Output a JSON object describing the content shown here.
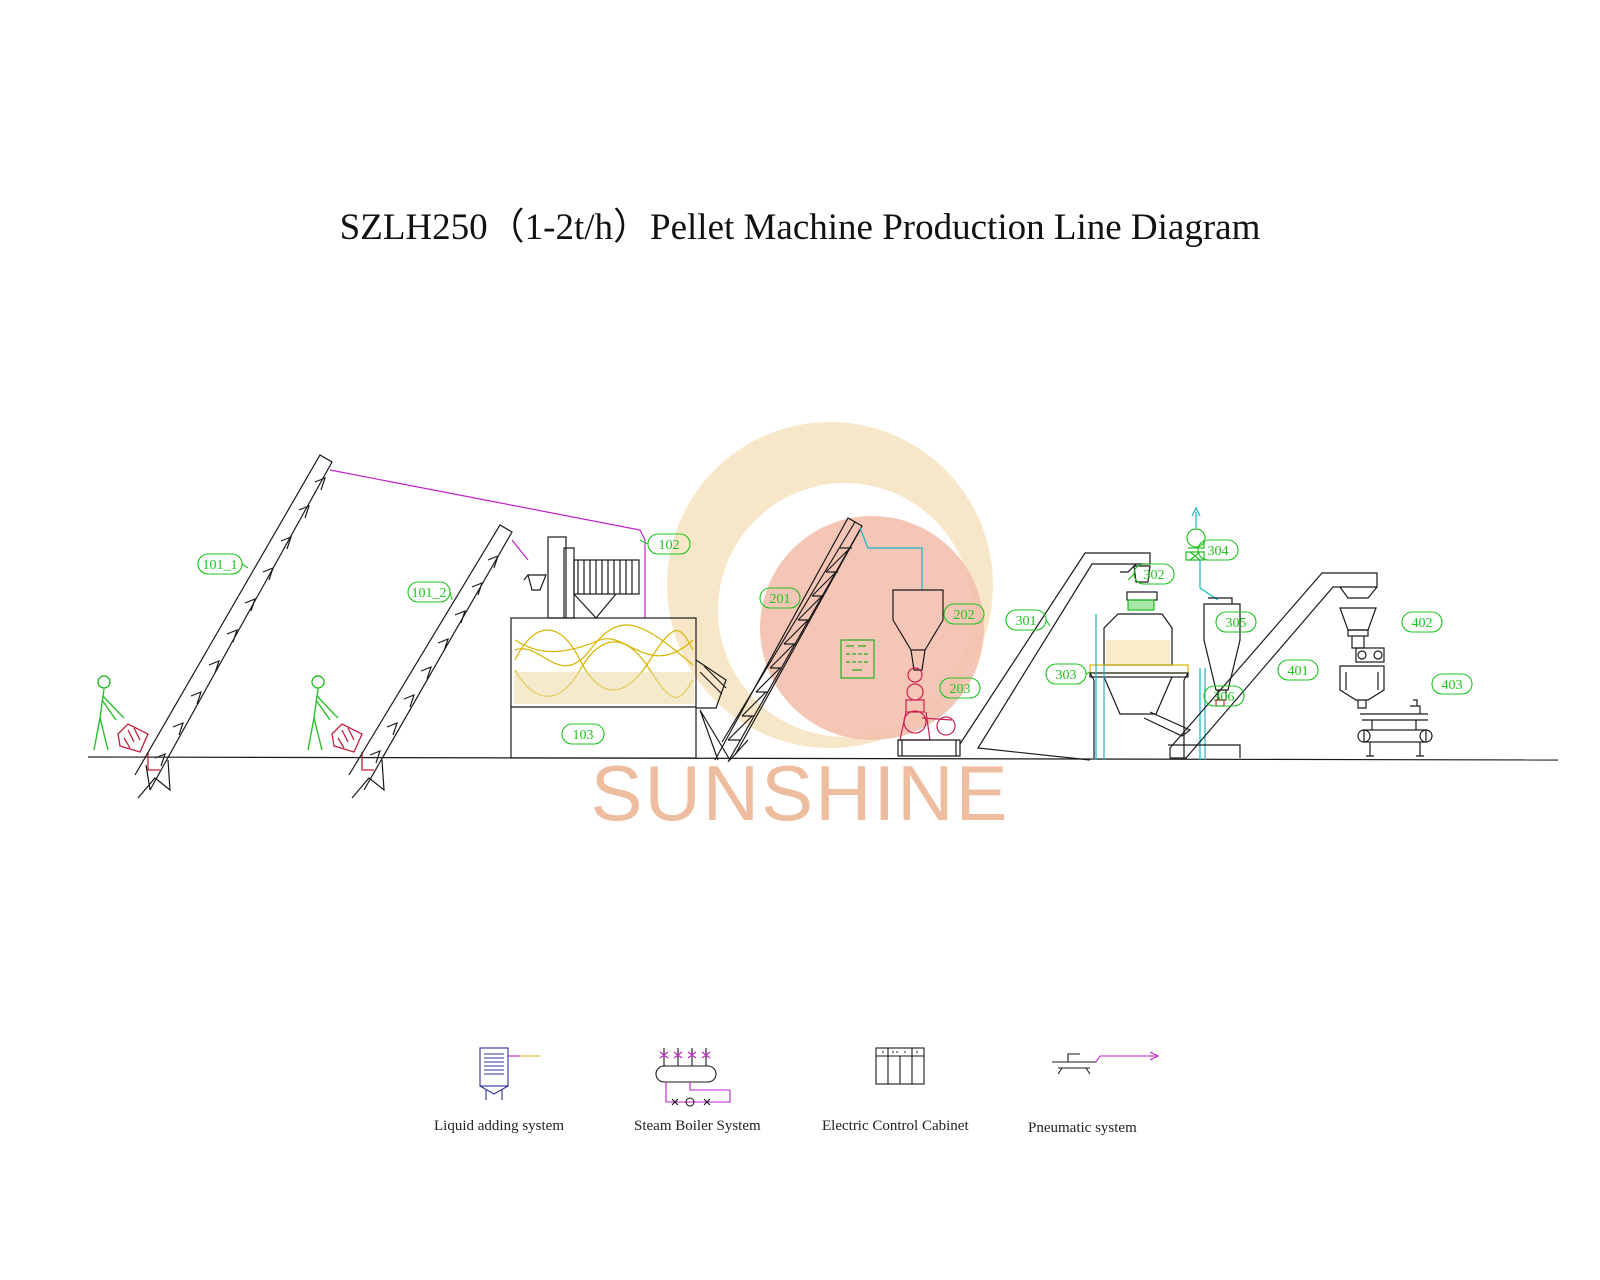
{
  "title": "SZLH250（1-2t/h）Pellet Machine Production Line Diagram",
  "watermark": "SUNSHINE",
  "colors": {
    "line": "#1a1a1a",
    "callout": "#1ec31e",
    "pneumatic": "#c020c8",
    "steam": "#18b6c8",
    "mixing": "#d8b400",
    "watermark_ring": "#f3dcae",
    "watermark_circle": "#f2b9a8",
    "watermark_text": "#ecb28f",
    "fan": "#20c020",
    "mill": "#cc2050"
  },
  "callouts": [
    {
      "id": "c101-1",
      "label": "101_1"
    },
    {
      "id": "c101-2",
      "label": "101_2"
    },
    {
      "id": "c102",
      "label": "102"
    },
    {
      "id": "c103",
      "label": "103"
    },
    {
      "id": "c201",
      "label": "201"
    },
    {
      "id": "c202",
      "label": "202"
    },
    {
      "id": "c203",
      "label": "203"
    },
    {
      "id": "c301",
      "label": "301"
    },
    {
      "id": "c302",
      "label": "302"
    },
    {
      "id": "c303",
      "label": "303"
    },
    {
      "id": "c304",
      "label": "304"
    },
    {
      "id": "c305",
      "label": "305"
    },
    {
      "id": "c306",
      "label": "306"
    },
    {
      "id": "c401",
      "label": "401"
    },
    {
      "id": "c402",
      "label": "402"
    },
    {
      "id": "c403",
      "label": "403"
    }
  ],
  "legend": [
    {
      "id": "liquid",
      "label": "Liquid adding system",
      "icon": "liquid-adding-icon"
    },
    {
      "id": "steam",
      "label": "Steam Boiler System",
      "icon": "steam-boiler-icon"
    },
    {
      "id": "cabinet",
      "label": "Electric Control Cabinet",
      "icon": "electric-cabinet-icon"
    },
    {
      "id": "pneumatic",
      "label": "Pneumatic system",
      "icon": "pneumatic-icon"
    }
  ]
}
